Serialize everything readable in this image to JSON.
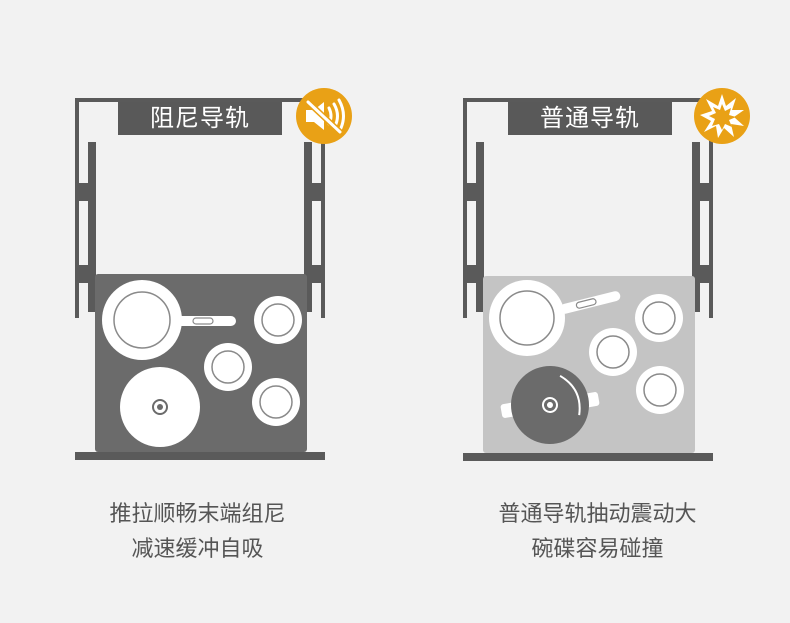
{
  "left": {
    "title": "阻尼导轨",
    "caption_line1": "推拉顺畅末端组尼",
    "caption_line2": "减速缓冲自吸",
    "badge_icon": "muted-speaker-icon",
    "tray_color": "#6b6b6b"
  },
  "right": {
    "title": "普通导轨",
    "caption_line1": "普通导轨抽动震动大",
    "caption_line2": "碗碟容易碰撞",
    "badge_icon": "collision-burst-icon",
    "tray_color": "#c4c4c4"
  },
  "colors": {
    "badge": "#e9a116",
    "frame": "#5a5a5a",
    "label_bg": "#595959"
  }
}
